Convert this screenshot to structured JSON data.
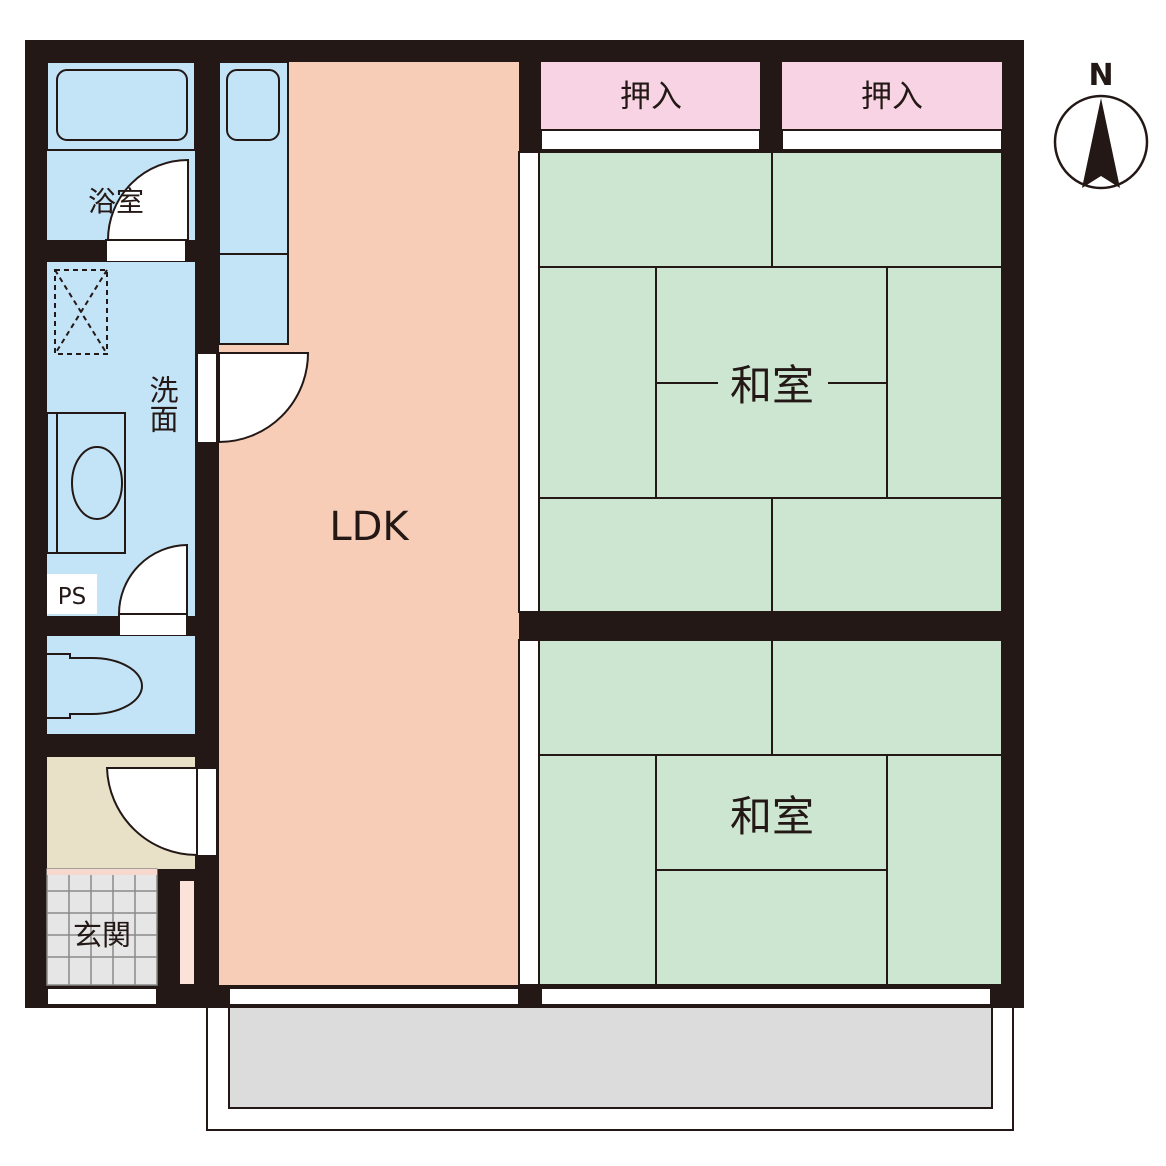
{
  "rooms": {
    "bath": "浴室",
    "washroom": "洗面",
    "ps": "PS",
    "entrance": "玄関",
    "ldk": "LDK",
    "closet_left": "押入",
    "closet_right": "押入",
    "washitsu_upper": "和室",
    "washitsu_lower": "和室"
  },
  "compass": {
    "label": "N"
  },
  "colors": {
    "wall": "#231815",
    "wet_area": "#c3e3f7",
    "ldk": "#f7cdb7",
    "tatami": "#cde6d1",
    "closet": "#f7d3e3",
    "entrance_floor": "#e8e1c8",
    "balcony": "#dcdcdc"
  }
}
